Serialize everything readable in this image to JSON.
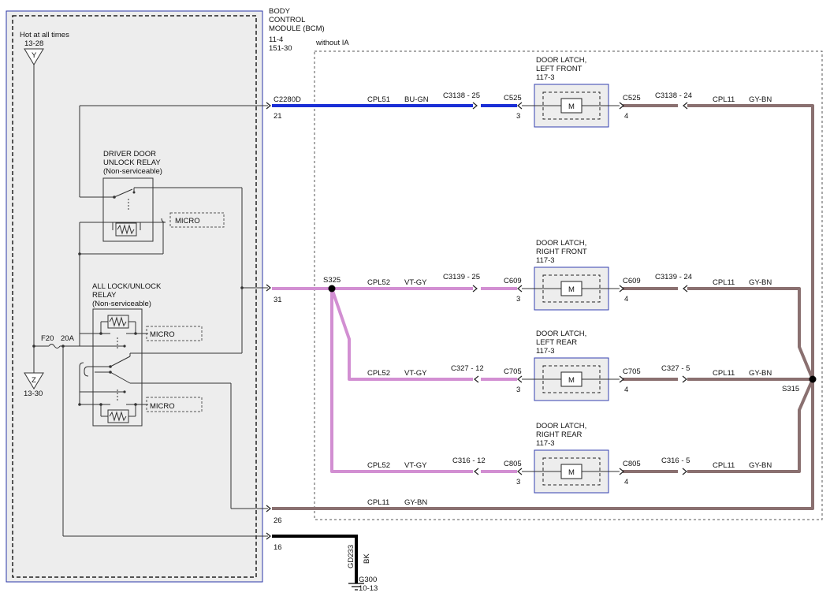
{
  "colors": {
    "bu_gn": "#1a2fd6",
    "vt_gy": "#d28fd2",
    "gy_bn": "#8a7070",
    "bk": "#000000",
    "module_fill": "#ededed",
    "module_border": "#2a36a8",
    "latch_fill": "#ededed",
    "latch_border": "#3440b0"
  },
  "bcm": {
    "title_line1": "BODY",
    "title_line2": "CONTROL",
    "title_line3": "MODULE (BCM)",
    "ref1": "11-4",
    "ref2": "151-30",
    "hot_label": "Hot at all times",
    "hot_ref": "13-28",
    "hot_connector": "Y",
    "ground_connector": "Z",
    "ground_ref": "13-30",
    "fuse_label": "F20",
    "fuse_rating": "20A",
    "driver_relay_line1": "DRIVER DOOR",
    "driver_relay_line2": "UNLOCK RELAY",
    "driver_relay_line3": "(Non-serviceable)",
    "all_relay_line1": "ALL LOCK/UNLOCK",
    "all_relay_line2": "RELAY",
    "all_relay_line3": "(Non-serviceable)",
    "micro_label": "MICRO"
  },
  "without_ia": "without IA",
  "pins": {
    "p21_connector": "C2280D",
    "p21": "21",
    "p31": "31",
    "p26": "26",
    "p16": "16"
  },
  "splices": {
    "s325": "S325",
    "s315": "S315"
  },
  "latches": [
    {
      "line1": "DOOR LATCH,",
      "line2": "LEFT FRONT",
      "ref": "117-3",
      "circuit_in": "CPL51",
      "color_in": "BU-GN",
      "inline_in": "C3138 - 25",
      "conn_in": "C525",
      "pin_in": "3",
      "conn_out": "C525",
      "pin_out": "4",
      "inline_out": "C3138 - 24",
      "circuit_out": "CPL11",
      "color_out": "GY-BN"
    },
    {
      "line1": "DOOR LATCH,",
      "line2": "RIGHT FRONT",
      "ref": "117-3",
      "circuit_in": "CPL52",
      "color_in": "VT-GY",
      "inline_in": "C3139 - 25",
      "conn_in": "C609",
      "pin_in": "3",
      "conn_out": "C609",
      "pin_out": "4",
      "inline_out": "C3139 - 24",
      "circuit_out": "CPL11",
      "color_out": "GY-BN"
    },
    {
      "line1": "DOOR LATCH,",
      "line2": "LEFT REAR",
      "ref": "117-3",
      "circuit_in": "CPL52",
      "color_in": "VT-GY",
      "inline_in": "C327 - 12",
      "conn_in": "C705",
      "pin_in": "3",
      "conn_out": "C705",
      "pin_out": "4",
      "inline_out": "C327 - 5",
      "circuit_out": "CPL11",
      "color_out": "GY-BN"
    },
    {
      "line1": "DOOR LATCH,",
      "line2": "RIGHT REAR",
      "ref": "117-3",
      "circuit_in": "CPL52",
      "color_in": "VT-GY",
      "inline_in": "C316 - 12",
      "conn_in": "C805",
      "pin_in": "3",
      "conn_out": "C805",
      "pin_out": "4",
      "inline_out": "C316 - 5",
      "circuit_out": "CPL11",
      "color_out": "GY-BN"
    }
  ],
  "motor_symbol": "M",
  "return_wire": {
    "circuit": "CPL11",
    "color": "GY-BN"
  },
  "ground": {
    "circuit": "GD233",
    "color": "BK",
    "point": "G300",
    "ref": "10-13"
  }
}
